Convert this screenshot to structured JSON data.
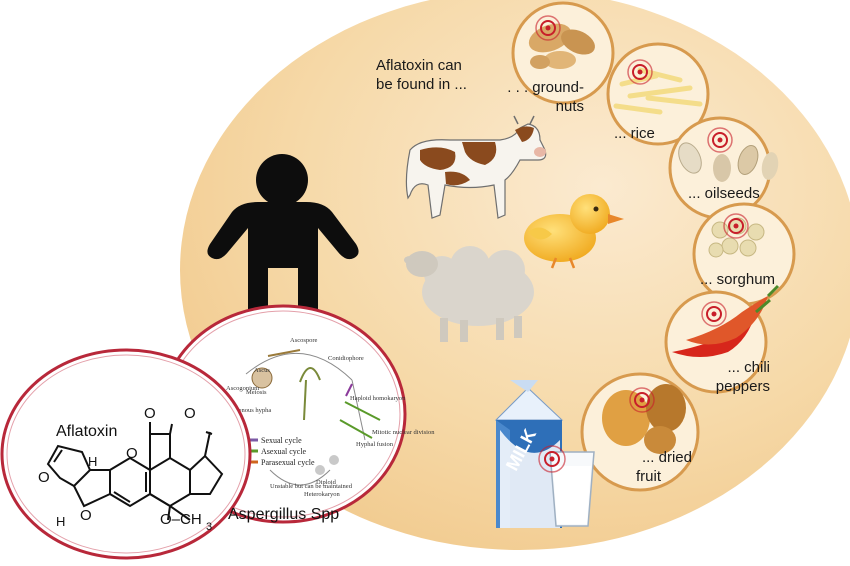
{
  "intro": "Aflatoxin can be found in ...",
  "intro_line1": "Aflatoxin can",
  "intro_line2": "be found in ...",
  "foods": [
    {
      "line1": ". . . ground-",
      "line2": "nuts"
    },
    {
      "line1": "... rice",
      "line2": ""
    },
    {
      "line1": "... oilseeds",
      "line2": ""
    },
    {
      "line1": "... sorghum",
      "line2": ""
    },
    {
      "line1": "... chili",
      "line2": "peppers"
    },
    {
      "line1": "... dried",
      "line2": "fruit"
    }
  ],
  "milk_label": "MILK",
  "molecule": {
    "title": "Aflatoxin",
    "h_top": "H",
    "h_bottom": "H",
    "o_labels": [
      "O",
      "O",
      "O",
      "O",
      "O"
    ],
    "methoxy": "O–CH",
    "methoxy_sub": "3"
  },
  "fungus": {
    "title": "Aspergillus Spp",
    "legend": [
      "Sexual cycle",
      "Asexual cycle",
      "Parasexual cycle"
    ],
    "cycle_labels": [
      "Ascospore",
      "Ascus",
      "Meiosis",
      "Ascogonium",
      "Ascogenous hypha",
      "Conidiophore",
      "Haploid homokaryon",
      "Mitotic nuclear division",
      "Hyphal fusion",
      "Heterokaryon",
      "Unstable but can be maintained",
      "Diploid"
    ]
  },
  "colors": {
    "halo": "#f6d9a8",
    "ring": "#d79a4e",
    "target_ring": "#c81e2a",
    "diagram_ring": "#b8283a",
    "cow_patch": "#8a4a1e",
    "chick": "#f5bd2f",
    "sheep": "#d5d0c8",
    "person": "#0d0d0d"
  },
  "icons": [
    "person-icon",
    "cow-icon",
    "chick-icon",
    "sheep-icon",
    "milk-carton-icon",
    "milk-glass-icon",
    "target-icon"
  ]
}
